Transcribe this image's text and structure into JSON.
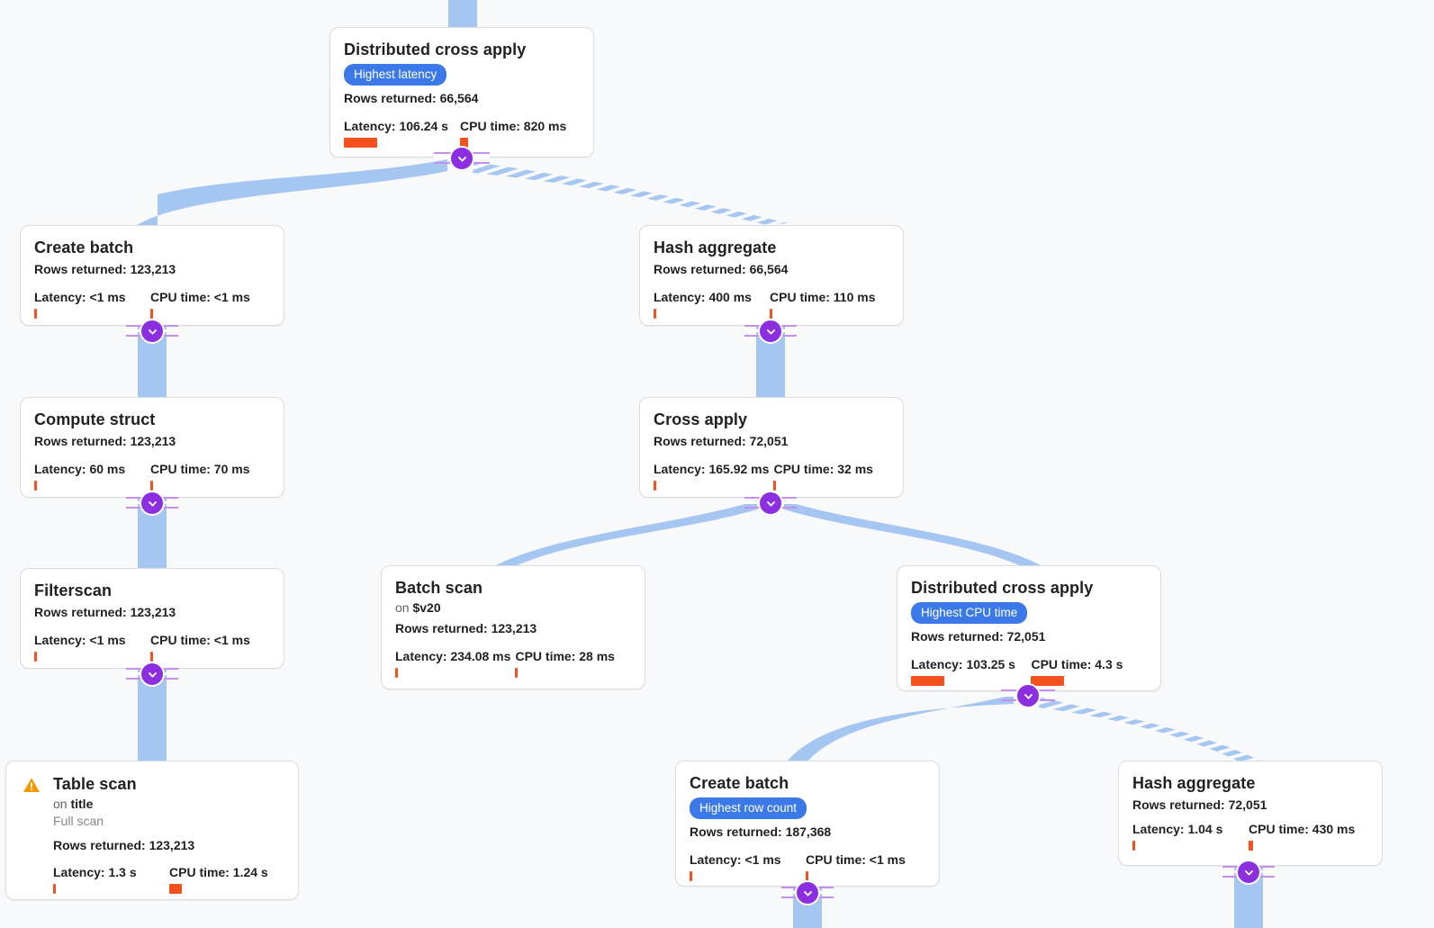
{
  "graph": {
    "background": "#f8f9fb",
    "edge_color": "#a4c6f0",
    "badge_color": "#3b79e8",
    "bar_color": "#f4511e",
    "chevron_color": "#8b2fe0",
    "chevron_icon": "chevron-down-icon",
    "warning_icon": "warning-triangle-icon"
  },
  "labels": {
    "rows_prefix": "Rows returned: ",
    "latency_prefix": "Latency: ",
    "cpu_prefix": "CPU time: "
  },
  "nodes": [
    {
      "id": "distributed-cross-apply-root",
      "title": "Distributed cross apply",
      "badge": "Highest latency",
      "rows": "Rows returned: 66,564",
      "latency": "Latency: 106.24 s",
      "cpu": "CPU time: 820 ms",
      "latency_bar_width": 37,
      "cpu_bar_width": 9
    },
    {
      "id": "create-batch-left",
      "title": "Create batch",
      "rows": "Rows returned: 123,213",
      "latency": "Latency: <1 ms",
      "cpu": "CPU time: <1 ms",
      "latency_bar_width": 3,
      "cpu_bar_width": 3
    },
    {
      "id": "hash-aggregate-upper",
      "title": "Hash aggregate",
      "rows": "Rows returned: 66,564",
      "latency": "Latency: 400 ms",
      "cpu": "CPU time: 110 ms",
      "latency_bar_width": 3,
      "cpu_bar_width": 3
    },
    {
      "id": "compute-struct",
      "title": "Compute struct",
      "rows": "Rows returned: 123,213",
      "latency": "Latency: 60 ms",
      "cpu": "CPU time: 70 ms",
      "latency_bar_width": 3,
      "cpu_bar_width": 3
    },
    {
      "id": "cross-apply",
      "title": "Cross apply",
      "rows": "Rows returned: 72,051",
      "latency": "Latency: 165.92 ms",
      "cpu": "CPU time: 32 ms",
      "latency_bar_width": 3,
      "cpu_bar_width": 3
    },
    {
      "id": "filterscan",
      "title": "Filterscan",
      "rows": "Rows returned: 123,213",
      "latency": "Latency: <1 ms",
      "cpu": "CPU time: <1 ms",
      "latency_bar_width": 3,
      "cpu_bar_width": 3
    },
    {
      "id": "batch-scan",
      "title": "Batch scan",
      "on_prefix": "on ",
      "on_target": "$v20",
      "rows": "Rows returned: 123,213",
      "latency": "Latency: 234.08 ms",
      "cpu": "CPU time: 28 ms",
      "latency_bar_width": 3,
      "cpu_bar_width": 3
    },
    {
      "id": "distributed-cross-apply-lower",
      "title": "Distributed cross apply",
      "badge": "Highest CPU time",
      "rows": "Rows returned: 72,051",
      "latency": "Latency: 103.25 s",
      "cpu": "CPU time: 4.3 s",
      "latency_bar_width": 37,
      "cpu_bar_width": 37
    },
    {
      "id": "table-scan",
      "title": "Table scan",
      "on_prefix": "on ",
      "on_target": "title",
      "scan_type": "Full scan",
      "rows": "Rows returned: 123,213",
      "latency": "Latency: 1.3 s",
      "cpu": "CPU time: 1.24 s",
      "latency_bar_width": 3,
      "cpu_bar_width": 14
    },
    {
      "id": "create-batch-lower",
      "title": "Create batch",
      "badge": "Highest row count",
      "rows": "Rows returned: 187,368",
      "latency": "Latency: <1 ms",
      "cpu": "CPU time: <1 ms",
      "latency_bar_width": 3,
      "cpu_bar_width": 3
    },
    {
      "id": "hash-aggregate-lower",
      "title": "Hash aggregate",
      "rows": "Rows returned: 72,051",
      "latency": "Latency: 1.04 s",
      "cpu": "CPU time: 430 ms",
      "latency_bar_width": 3,
      "cpu_bar_width": 5
    }
  ]
}
